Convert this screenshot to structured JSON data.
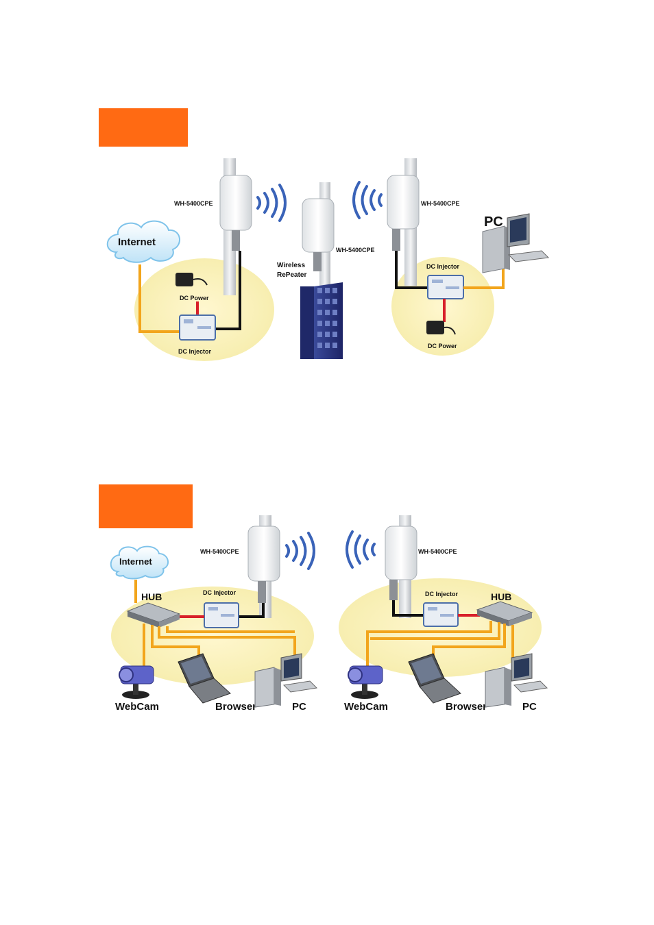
{
  "colors": {
    "tab": "#ff6a13",
    "ethernet": "#f2a51c",
    "power": "#d8202a",
    "cable": "#111111",
    "glow": "#fbf4c6",
    "building": "#27327a"
  },
  "diagram1": {
    "device_left": "WH-5400CPE",
    "repeater_device": "WH-5400CPE",
    "repeater_label": [
      "Wireless",
      "RePeater"
    ],
    "device_right": "WH-5400CPE",
    "internet": "Internet",
    "pc": "PC",
    "dc_power_left": "DC Power",
    "dc_injector_left": "DC Injector",
    "dc_injector_right": "DC Injector",
    "dc_power_right": "DC Power"
  },
  "diagram2": {
    "device_left": "WH-5400CPE",
    "device_right": "WH-5400CPE",
    "internet": "Internet",
    "hub_left": "HUB",
    "hub_right": "HUB",
    "dc_injector_left": "DC Injector",
    "dc_injector_right": "DC Injector",
    "webcam_left": "WebCam",
    "browser_left": "Browser",
    "pc_left": "PC",
    "webcam_right": "WebCam",
    "browser_right": "Browser",
    "pc_right": "PC"
  }
}
